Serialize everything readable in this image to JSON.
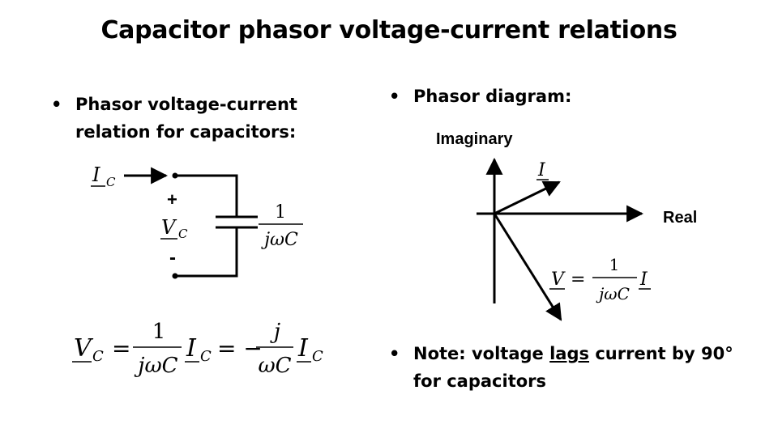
{
  "slide": {
    "title": "Capacitor phasor voltage-current relations",
    "bullets": [
      {
        "text": "Phasor voltage-current relation for capacitors:"
      },
      {
        "text": "Phasor diagram:"
      },
      {
        "text_before": "Note: voltage ",
        "emphasis": "lags",
        "text_after": " current by 90° for capacitors"
      }
    ],
    "bullet_char": "•"
  },
  "circuit": {
    "current_symbol": "I",
    "current_sub": "C",
    "plus": "+",
    "minus": "-",
    "voltage_symbol": "V",
    "voltage_sub": "C",
    "impedance_num": "1",
    "impedance_den": "jωC"
  },
  "equation": {
    "lhs": "V",
    "lhs_sub": "C",
    "eq": "=",
    "frac1_num": "1",
    "frac1_den": "jωC",
    "i1": "I",
    "i1_sub": "C",
    "eq2": "= −",
    "frac2_num": "j",
    "frac2_den": "ωC",
    "i2": "I",
    "i2_sub": "C"
  },
  "phasor": {
    "imag_label": "Imaginary",
    "real_label": "Real",
    "current_label": "I",
    "v_label": "V",
    "v_eq": "=",
    "v_num": "1",
    "v_den": "jωC",
    "v_i": "I"
  }
}
